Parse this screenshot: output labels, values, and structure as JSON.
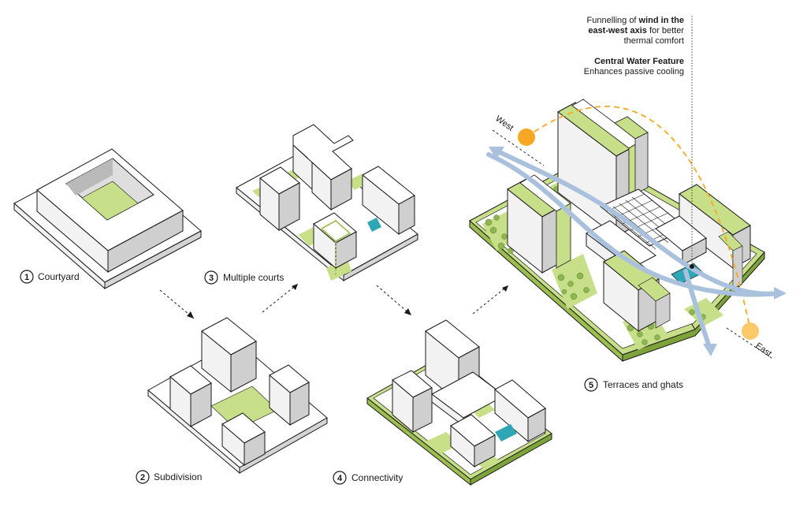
{
  "steps": [
    {
      "number": "1",
      "label": "Courtyard"
    },
    {
      "number": "2",
      "label": "Subdivision"
    },
    {
      "number": "3",
      "label": "Multiple courts"
    },
    {
      "number": "4",
      "label": "Connectivity"
    },
    {
      "number": "5",
      "label": "Terraces and ghats"
    }
  ],
  "notes": {
    "wind_part1": "Funnelling of ",
    "wind_bold": "wind in the east-west axis",
    "wind_part2": " for better thermal comfort",
    "water_title": "Central Water Feature",
    "water_text": "Enhances passive cooling"
  },
  "compass": {
    "west": "West",
    "east": "East"
  },
  "colors": {
    "green": "#c8df8a",
    "green_dark": "#9cbd4f",
    "sun": "#f7a823",
    "wind": "#aac1dd",
    "water": "#2fa6b5",
    "block_top": "#ffffff",
    "block_left": "#f2f2f2",
    "block_right": "#cfcfcf",
    "ink": "#1a1a1a"
  }
}
